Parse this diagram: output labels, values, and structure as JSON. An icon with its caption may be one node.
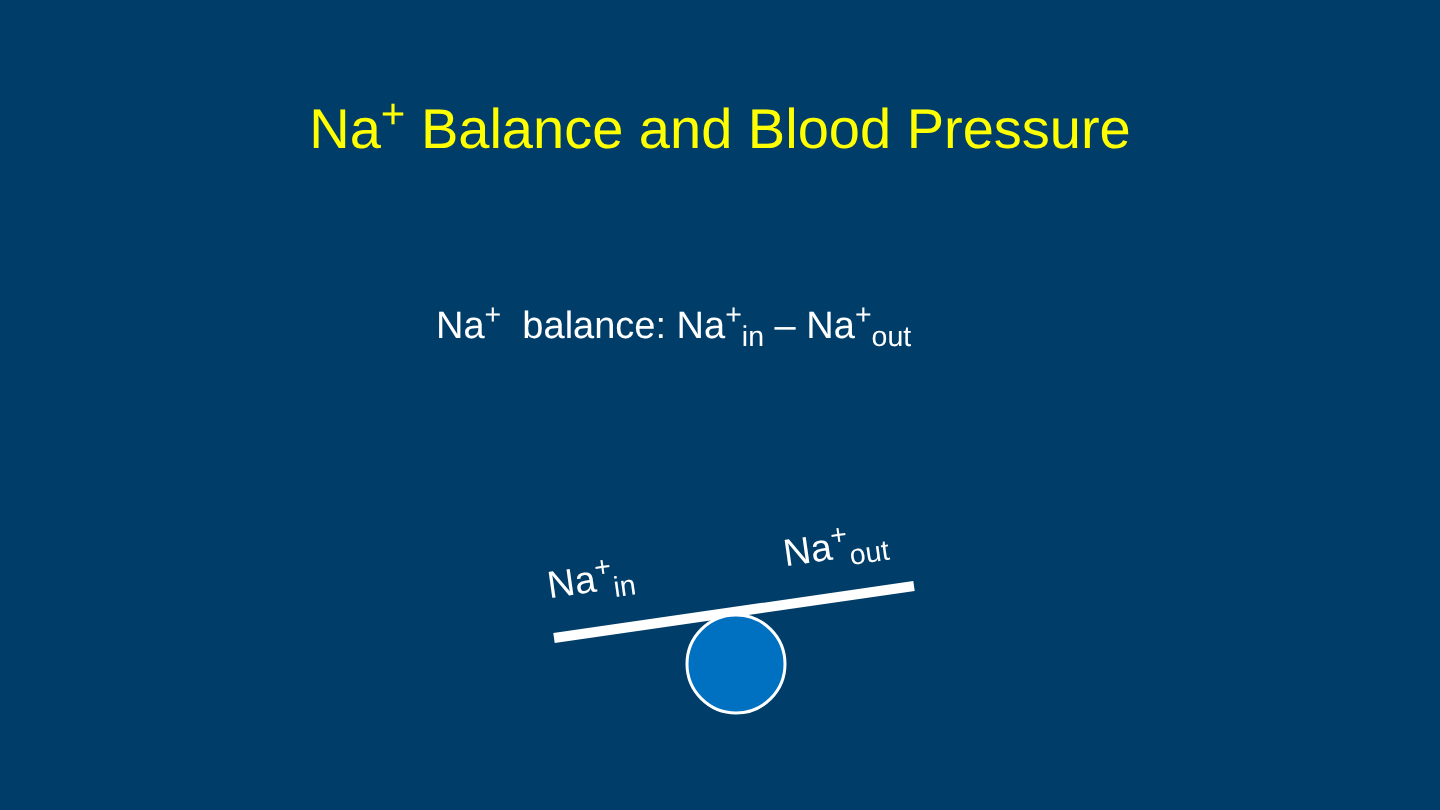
{
  "diagram": {
    "title": "Na$^{+}$ Balance and Blood Pressure",
    "labels": [
      "Na$^{+}$  balance: Na$^{+}$$_{in}$ – Na$^{+}$$_{out}$",
      "Na$^{+}$$_{in}$",
      "Na$^{+}$$_{out}$"
    ]
  }
}
